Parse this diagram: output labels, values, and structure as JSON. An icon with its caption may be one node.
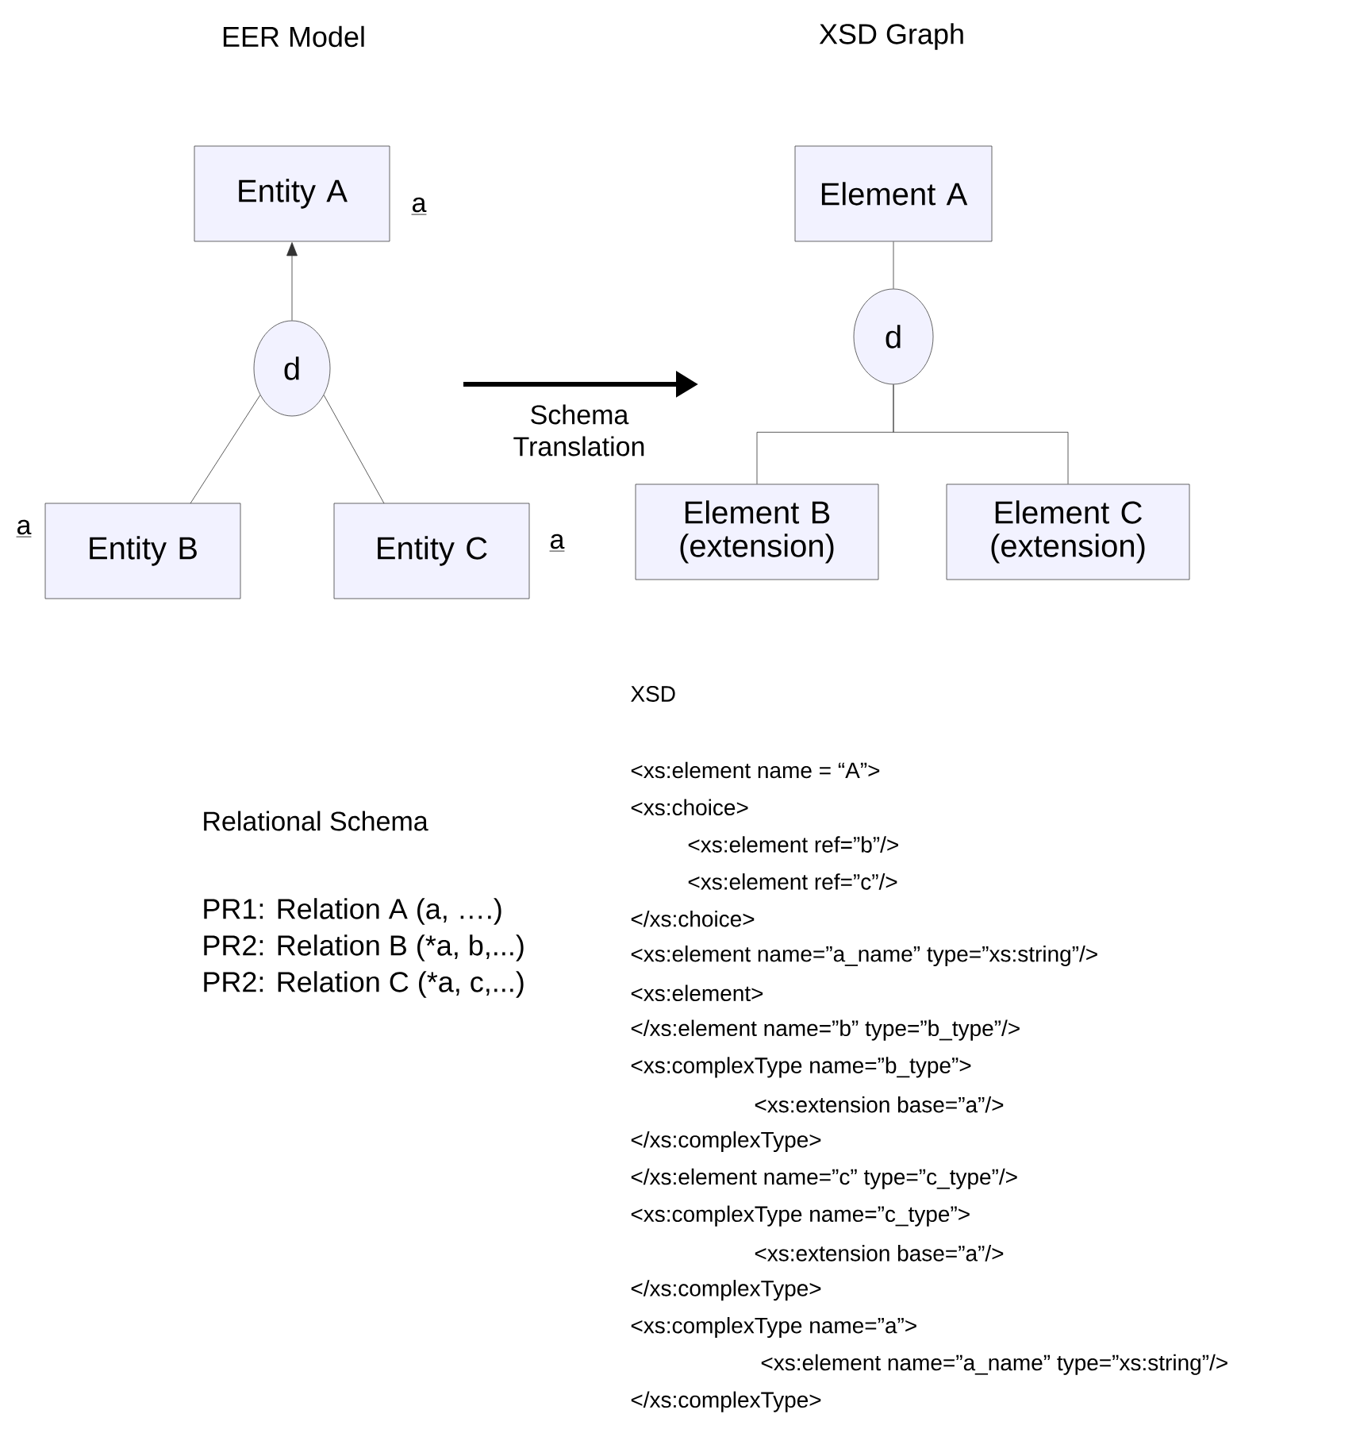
{
  "diagram": {
    "nodes": [
      {
        "text": [
          "Entity A"
        ],
        "beside": [
          "a"
        ]
      },
      {
        "text": [
          "d"
        ]
      },
      {
        "text": [
          "Entity B"
        ],
        "beside": [
          "a"
        ]
      },
      {
        "text": [
          "Entity C"
        ],
        "beside": [
          "a"
        ]
      },
      {
        "text": [
          "Element A"
        ]
      },
      {
        "text": [
          "d"
        ]
      },
      {
        "text": [
          "Element B (extension)"
        ]
      },
      {
        "text": [
          "Element C (extension)"
        ]
      }
    ],
    "edges": [
      {
        "from": 1,
        "to": 0,
        "arrow": "to"
      },
      {
        "from": 1,
        "to": 2,
        "arrow": "none"
      },
      {
        "from": 1,
        "to": 3,
        "arrow": "none"
      },
      {
        "from": 4,
        "to": 5,
        "arrow": "none"
      },
      {
        "from": 5,
        "to": 6,
        "arrow": "none"
      },
      {
        "from": 5,
        "to": 7,
        "arrow": "none"
      }
    ],
    "labels": [
      "EER Model",
      "XSD Graph",
      "Schema Translation",
      "Relational Schema",
      "PR1: Relation A (a, ….)",
      "PR2: Relation B (*a, b,...)",
      "PR2: Relation C (*a, c,...)",
      "XSD",
      "<xs:element name = “A”>",
      "<xs:choice>",
      "<xs:element ref=”b”/>",
      "<xs:element ref=”c”/>",
      "</xs:choice>",
      "<xs:element name=”a_name” type=”xs:string”/>",
      "<xs:element>",
      "</xs:element name=”b” type=”b_type”/>",
      "<xs:complexType name=”b_type”>",
      "<xs:extension base=”a”/>",
      "</xs:complexType>",
      "</xs:element name=”c” type=”c_type”/>",
      "<xs:complexType name=”c_type”>",
      "<xs:extension base=”a”/>",
      "</xs:complexType>",
      "<xs:complexType name=”a”>",
      "<xs:element name=”a_name” type=”xs:string”/>",
      "</xs:complexType>"
    ]
  }
}
